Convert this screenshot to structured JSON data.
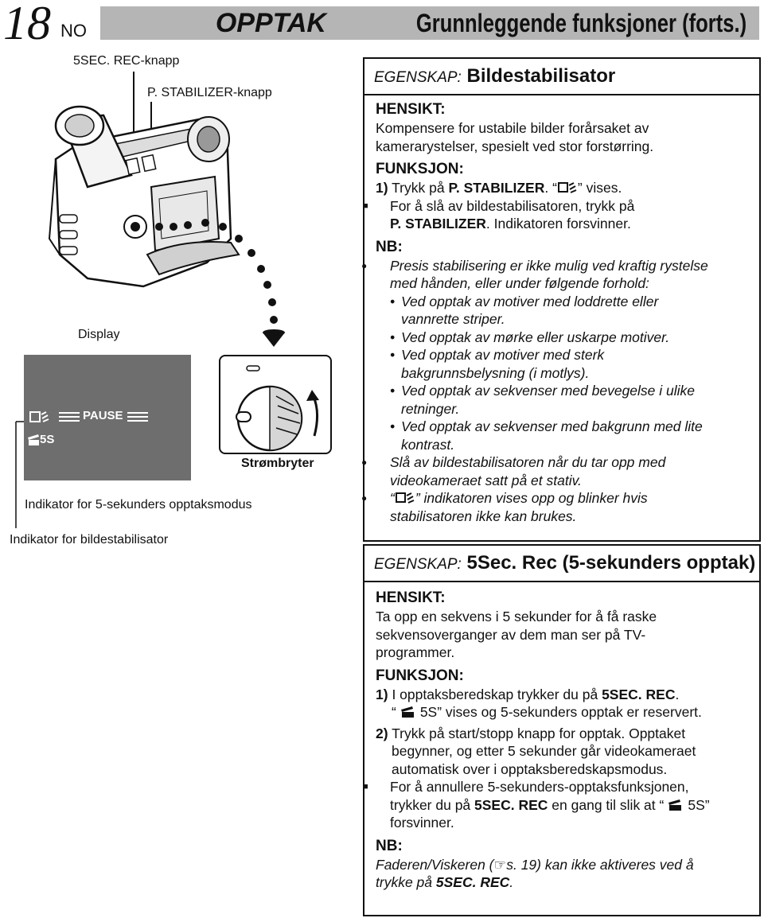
{
  "header": {
    "page_number": "18",
    "language": "NO",
    "title_main": "OPPTAK",
    "title_sub": "Grunnleggende funksjoner (forts.)"
  },
  "illustration": {
    "label_5sec": "5SEC. REC-knapp",
    "label_stabilizer": "P. STABILIZER-knapp",
    "label_display": "Display",
    "osd_pause": "PAUSE",
    "osd_5s": "5S",
    "label_power": "Strømbryter",
    "label_5sec_indicator": "Indikator for 5-sekunders opptaksmodus",
    "label_stab_indicator": "Indikator for bildestabilisator"
  },
  "stabilizer": {
    "kicker": "EGENSKAP:",
    "name": "Bildestabilisator",
    "purpose_head": "HENSIKT:",
    "purpose": [
      "Kompensere for ustabile bilder forårsaket av",
      "kamerarystelser, spesielt ved stor forstørring."
    ],
    "function_head": "FUNKSJON:",
    "step1_num": "1)",
    "step1_a": "Trykk på",
    "step1_b": "P. STABILIZER",
    "step1_c": ". “",
    "step1_d": "” vises.",
    "off_a": "For å slå av bildestabilisatoren, trykk på",
    "off_b": "P. STABILIZER",
    "off_c": ". Indikatoren forsvinner.",
    "nb_head": "NB:",
    "nb1": [
      "Presis stabilisering er ikke mulig ved kraftig rystelse",
      "med hånden, eller under følgende forhold:"
    ],
    "nb1_items": [
      [
        "Ved opptak av motiver med loddrette eller",
        "vannrette striper."
      ],
      [
        "Ved opptak av mørke eller uskarpe motiver."
      ],
      [
        "Ved opptak av motiver med sterk",
        "bakgrunnsbelysning (i motlys)."
      ],
      [
        "Ved opptak av sekvenser med bevegelse i ulike",
        "retninger."
      ],
      [
        "Ved opptak av sekvenser med bakgrunn med lite",
        "kontrast."
      ]
    ],
    "nb2": [
      "Slå av bildestabilisatoren når du tar opp med",
      "videokameraet satt på et stativ."
    ],
    "nb3_a": "“",
    "nb3_b": "” indikatoren vises opp og blinker hvis",
    "nb3_c": "stabilisatoren ikke kan brukes."
  },
  "fivesec": {
    "kicker": "EGENSKAP:",
    "name": "5Sec. Rec (5-sekunders opptak)",
    "purpose_head": "HENSIKT:",
    "purpose": [
      "Ta opp en sekvens i 5 sekunder for å få raske",
      "sekvensoverganger av dem man ser på TV-",
      "programmer."
    ],
    "function_head": "FUNKSJON:",
    "s1_num": "1)",
    "s1_a": "I opptaksberedskap trykker du på",
    "s1_b": "5SEC. REC",
    "s1_c": ".",
    "s1_d": "“",
    "s1_e": "5S” vises og 5-sekunders opptak er reservert.",
    "s2_num": "2)",
    "s2": [
      "Trykk på start/stopp knapp for opptak. Opptaket",
      "begynner, og etter 5 sekunder går videokameraet",
      "automatisk over i opptaksberedskapsmodus."
    ],
    "cancel_a": "For å annullere 5-sekunders-opptaksfunksjonen,",
    "cancel_b": "trykker du på",
    "cancel_c": "5SEC. REC",
    "cancel_d": "en gang til slik at “",
    "cancel_e": "5S”",
    "cancel_f": "forsvinner.",
    "nb_head": "NB:",
    "nb_a": "Faderen/Viskeren  (",
    "nb_b": "s. 19) kan ikke aktiveres ved å",
    "nb_c": "trykke på",
    "nb_d": "5SEC. REC",
    "nb_e": "."
  }
}
